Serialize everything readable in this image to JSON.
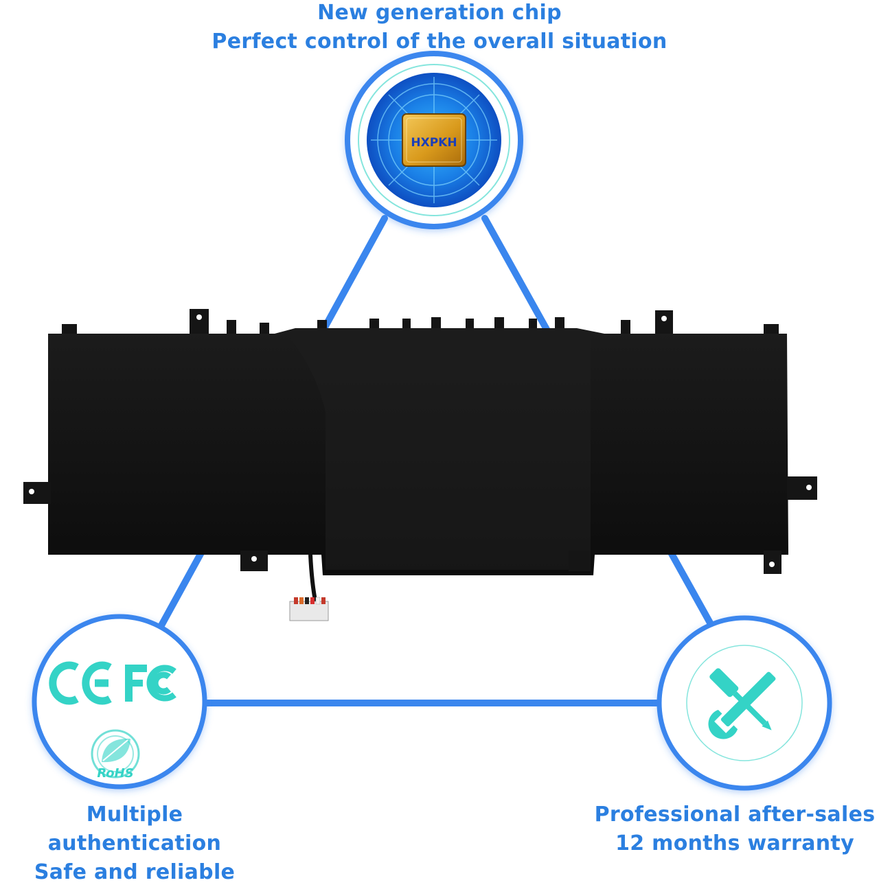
{
  "features": {
    "top": {
      "line1": "New generation chip",
      "line2": "Perfect control of the overall situation",
      "chip_label": "HXPKH",
      "icon": "chip-icon"
    },
    "left": {
      "line1": "Multiple authentication",
      "line2": "Safe and reliable",
      "marks": [
        "CE",
        "FC"
      ],
      "rohs_label": "RoHS",
      "icon": "certification-icon"
    },
    "right": {
      "line1": "Professional after-sales",
      "line2": "12 months warranty",
      "icon": "wrench-screwdriver-icon"
    }
  },
  "colors": {
    "caption": "#2b7fe0",
    "triangle": "#3a86ee",
    "circle_ring": "#3a86ee",
    "teal_icon": "#34d3c6",
    "battery": "#141414",
    "chip_gold": "#d99a1c"
  }
}
